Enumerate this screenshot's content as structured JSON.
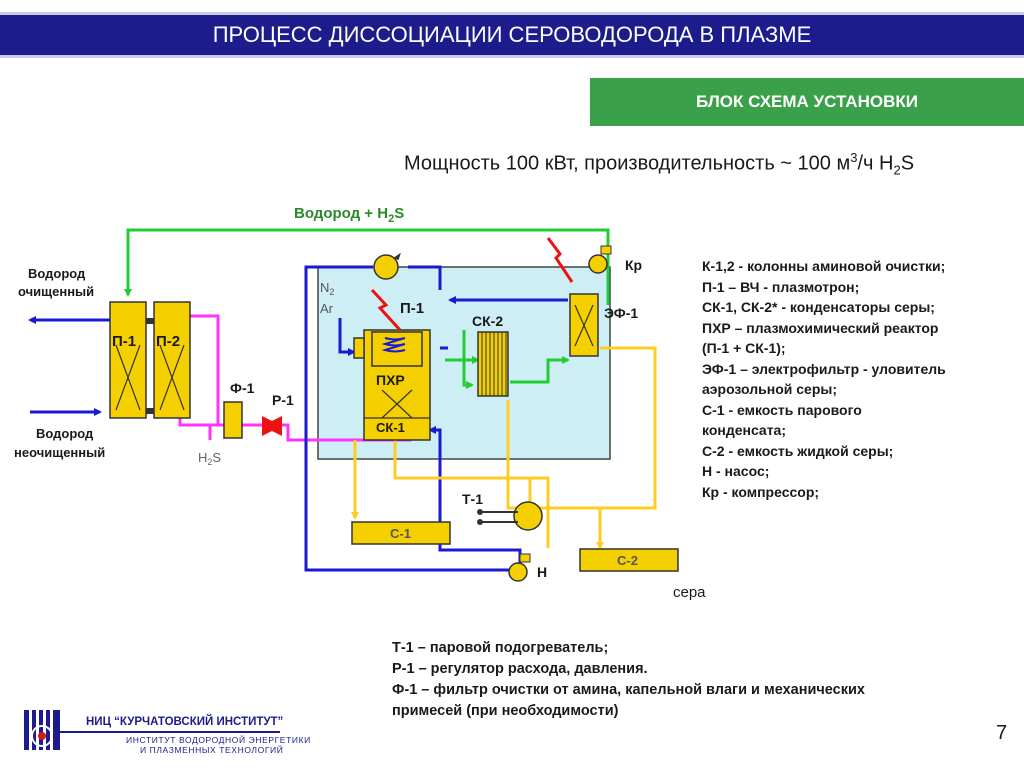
{
  "header": {
    "title": "ПРОЦЕСС ДИССОЦИАЦИИ СЕРОВОДОРОДА В ПЛАЗМЕ",
    "section": "БЛОК СХЕМА УСТАНОВКИ"
  },
  "subtitle": {
    "text_a": "Мощность 100 кВт, производительность ~ 100 м",
    "sup": "3",
    "text_b": "/ч H",
    "sub": "2",
    "text_c": "S"
  },
  "diagram": {
    "hydrogen_h2s": "Водород + H",
    "hydrogen_h2s_sub": "2",
    "hydrogen_h2s_end": "S",
    "hydrogen_clean_1": "Водород",
    "hydrogen_clean_2": "очищенный",
    "hydrogen_raw_1": "Водород",
    "hydrogen_raw_2": "неочищенный",
    "p1": "П-1",
    "p2": "П-2",
    "f1": "Ф-1",
    "r1": "Р-1",
    "h2s_main": "H",
    "h2s_sub": "2",
    "h2s_end": "S",
    "n2_main": "N",
    "n2_sub": "2",
    "ar": "Ar",
    "plasmatron": "П-1",
    "pxr": "ПХР",
    "sk1": "СК-1",
    "sk2": "СК-2",
    "ef1": "ЭФ-1",
    "kr": "Кр",
    "t1": "Т-1",
    "s1": "С-1",
    "s2": "С-2",
    "n": "Н",
    "sulfur": "сера"
  },
  "legend": [
    "К-1,2 - колонны аминовой очистки;",
    "П-1 – ВЧ - плазмотрон;",
    "СК-1, СК-2* - конденсаторы серы;",
    "ПХР – плазмохимический реактор",
    "(П-1 + СК-1);",
    "ЭФ-1 – электрофильтр - уловитель",
    "аэрозольной серы;",
    "С-1 - емкость парового",
    "конденсата;",
    "С-2 - емкость жидкой серы;",
    "Н - насос;",
    "Кр - компрессор;"
  ],
  "notes": [
    "Т-1 – паровой подогреватель;",
    "Р-1 – регулятор расхода, давления.",
    "Ф-1 – фильтр очистки от амина, капельной влаги и механических",
    "примесей (при необходимости)"
  ],
  "footer": {
    "institute": "НИЦ “КУРЧАТОВСКИЙ ИНСТИТУТ”",
    "sub_1": "ИНСТИТУТ ВОДОРОДНОЙ ЭНЕРГЕТИКИ",
    "sub_2": "И ПЛАЗМЕННЫХ ТЕХНОЛОГИЙ",
    "page": "7"
  },
  "colors": {
    "title_bg": "#1c1c8c",
    "section_bg": "#3aa14a",
    "equipment_fill": "#f5d000",
    "reactor_panel": "#cdeef5",
    "line_blue": "#1a1ad0",
    "line_green": "#22cc33",
    "line_magenta": "#ff33ff",
    "line_yellow": "#ffcc22",
    "zigzag_red": "#ee1111"
  }
}
